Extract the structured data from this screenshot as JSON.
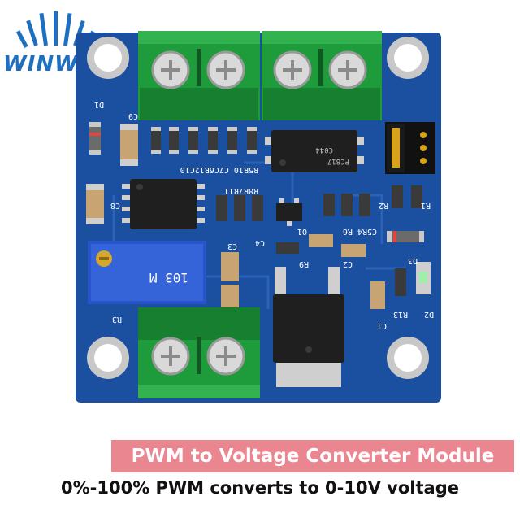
{
  "brand": {
    "logo_text": "WINWIN",
    "logo_color": "#1f6fc1"
  },
  "board": {
    "color": "#1b4fa0",
    "silkscreen": {
      "d1": "D1",
      "c9": "C9",
      "c8": "C8",
      "r3": "R3",
      "c3": "C3",
      "c4": "C4",
      "r9": "R9",
      "c2": "C2",
      "r5r10": "R5R10 C7C6R12C10",
      "r8r7": "R8R7R11",
      "pc817": "PC817",
      "c044": "C044",
      "r2": "R2",
      "r1": "R1",
      "d3": "D3",
      "d2": "D2",
      "r13": "R13",
      "c1": "C1",
      "q1": "Q1",
      "c5r4r6": "C5R4 R6",
      "pot_code": "103 M"
    }
  },
  "caption": {
    "title": "PWM to Voltage Converter Module",
    "subtitle": "0%-100% PWM converts to 0-10V voltage",
    "title_bg": "#e98690"
  }
}
